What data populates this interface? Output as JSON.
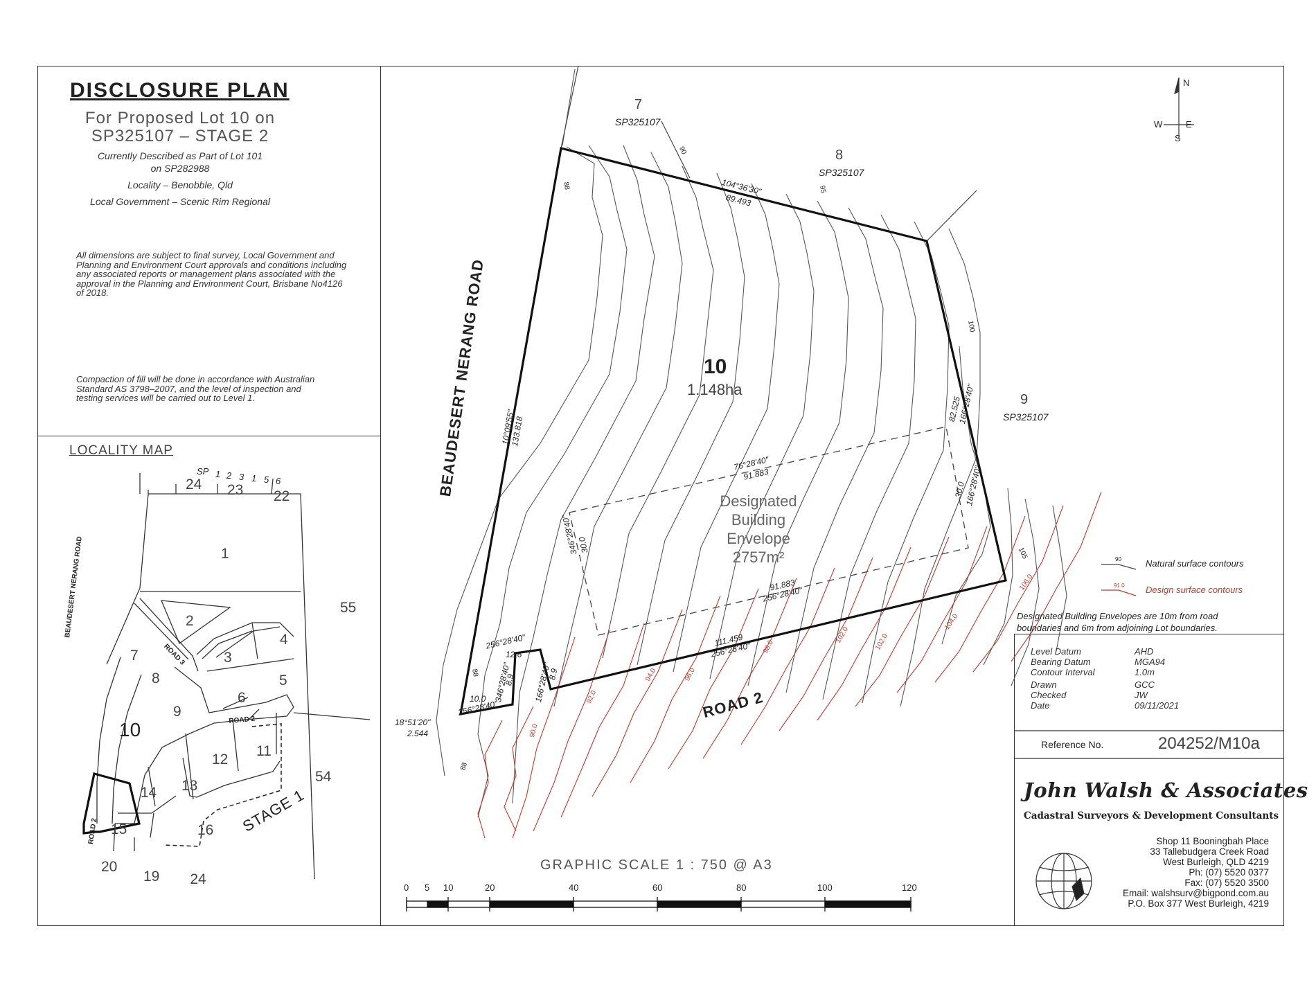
{
  "title_block": {
    "title": "DISCLOSURE PLAN",
    "subtitle_line1": "For Proposed Lot 10 on",
    "subtitle_line2": "SP325107 – STAGE 2",
    "described_line1": "Currently Described as Part of Lot 101",
    "described_line2": "on SP282988",
    "locality": "Locality – Benobble, Qld",
    "local_government": "Local Government – Scenic Rim Regional"
  },
  "notes": {
    "dimensions": [
      "All dimensions are subject to final survey, Local Government and",
      "Planning and Environment Court approvals and conditions including",
      "any associated reports or management plans associated with the",
      "approval in the Planning and Environment Court, Brisbane No4126",
      "of 2018."
    ],
    "compaction": [
      "Compaction of fill will be done in accordance with Australian",
      "Standard AS 3798–2007, and the level of inspection and",
      "testing services will be carried out to Level 1."
    ]
  },
  "locality_map": {
    "title": "LOCALITY MAP",
    "sp_label": "SP",
    "sp_numbers": [
      "1",
      "2",
      "3",
      "1",
      "5",
      "6"
    ],
    "lots": [
      "24",
      "23",
      "22",
      "1",
      "55",
      "2",
      "4",
      "3",
      "7",
      "8",
      "5",
      "6",
      "9",
      "10",
      "11",
      "12",
      "54",
      "14",
      "13",
      "16",
      "15",
      "20",
      "19"
    ],
    "roads": [
      "BEAUDESERT NERANG ROAD",
      "ROAD 3",
      "ROAD 2",
      "ROAD 2"
    ],
    "stage": "STAGE 1"
  },
  "plan": {
    "road_main": "BEAUDESERT NERANG ROAD",
    "road_2": "ROAD 2",
    "lot_number": "10",
    "lot_area": "1.148ha",
    "envelope_line1": "Designated",
    "envelope_line2": "Building",
    "envelope_line3": "Envelope",
    "envelope_area": "2757m²",
    "neighbours": [
      {
        "lot": "7",
        "plan": "SP325107"
      },
      {
        "lot": "8",
        "plan": "SP325107"
      },
      {
        "lot": "9",
        "plan": "SP325107"
      }
    ],
    "bearings": {
      "north_bearing": "104°36'30\"",
      "north_dist": "89.493",
      "east_bearing": "166°28'40\"",
      "east_dist": "82.525",
      "west_bearing": "10°09'55\"",
      "west_dist": "133.818",
      "south_bearing": "256°28'40\"",
      "south_dist": "111.459",
      "env_top_bearing": "76°28'40\"",
      "env_top_dist": "91.883",
      "env_bottom_dist": "91.883",
      "env_bottom_bearing": "256°28'40\"",
      "env_right_bearing": "166°28'40\"",
      "env_right_dist": "30.0",
      "env_left_bearing": "346°28'40\"",
      "env_left_dist": "30.0",
      "notch_top_bearing": "256°28'40\"",
      "notch_top_dist": "12.6",
      "notch_left_bearing": "346°28'40\"",
      "notch_left_dist": "8.9",
      "notch_right_bearing": "166°28'40\"",
      "notch_right_dist": "8.9",
      "corner_bearing": "256°28'40\"",
      "corner_dist": "10.0",
      "trunc_bearing": "18°51'20\"",
      "trunc_dist": "2.544"
    },
    "natural_contour_labels": [
      "88",
      "90",
      "95",
      "100",
      "105",
      "88",
      "88"
    ],
    "design_contour_labels": [
      "90.0",
      "92.0",
      "94.0",
      "96.0",
      "98.0",
      "102.0",
      "102.0",
      "104.0",
      "106.0"
    ]
  },
  "legend": {
    "natural_sample": "90",
    "natural": "Natural surface contours",
    "design_sample": "91.0",
    "design": "Design surface contours",
    "envelope_note_line1": "Designated Building Envelopes are 10m from road",
    "envelope_note_line2": "boundaries and 6m from adjoining Lot boundaries."
  },
  "compass": {
    "n": "N",
    "s": "S",
    "e": "E",
    "w": "W"
  },
  "info_table": [
    {
      "label": "Level Datum",
      "value": "AHD"
    },
    {
      "label": "Bearing Datum",
      "value": "MGA94"
    },
    {
      "label": "Contour Interval",
      "value": "1.0m"
    },
    {
      "label": "Drawn",
      "value": "GCC"
    },
    {
      "label": "Checked",
      "value": "JW"
    },
    {
      "label": "Date",
      "value": "09/11/2021"
    }
  ],
  "reference": {
    "label": "Reference No.",
    "value": "204252/M10a"
  },
  "company": {
    "name": "John Walsh & Associates",
    "tagline": "Cadastral Surveyors & Development Consultants",
    "address": [
      "Shop 11 Booningbah Place",
      "33 Tallebudgera Creek Road",
      "West Burleigh, QLD 4219",
      "Ph: (07) 5520 0377",
      "Fax: (07) 5520 3500",
      "Email: walshsurv@bigpond.com.au",
      "P.O. Box 377 West Burleigh, 4219"
    ]
  },
  "scale": {
    "title": "GRAPHIC SCALE 1 : 750 @ A3",
    "ticks": [
      "0",
      "5",
      "10",
      "20",
      "40",
      "60",
      "80",
      "100",
      "120"
    ]
  },
  "colors": {
    "design_contour": "#c0392b",
    "line": "#222222"
  }
}
